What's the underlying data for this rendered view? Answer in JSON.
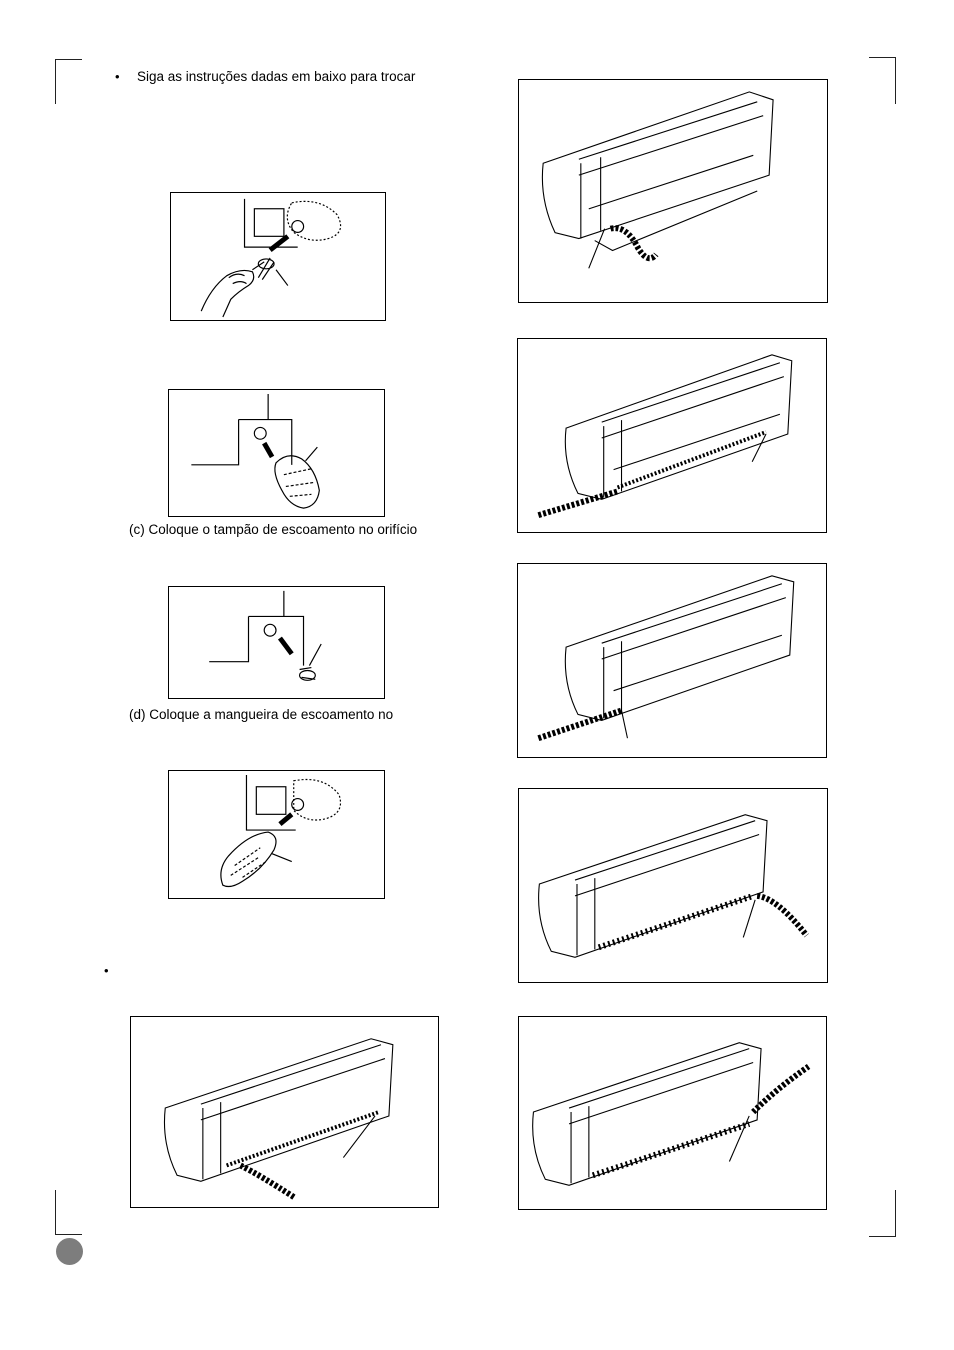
{
  "text": {
    "instruction": "Siga as instruções dadas em baixo para trocar",
    "step_c": "(c) Coloque o tampão de escoamento no orifício",
    "step_d": "(d) Coloque a mangueira de escoamento no"
  },
  "bullets": [
    "•",
    "•"
  ],
  "figures": [
    {
      "id": "plug-removal",
      "subject": "hand pulling drain plug"
    },
    {
      "id": "hose-removal",
      "subject": "drain hose removal"
    },
    {
      "id": "plug-insert",
      "subject": "drain plug insertion"
    },
    {
      "id": "hose-insert",
      "subject": "drain hose insertion"
    },
    {
      "id": "unit-1",
      "subject": "indoor unit, hose left"
    },
    {
      "id": "unit-2",
      "subject": "indoor unit, hose left long"
    },
    {
      "id": "unit-3",
      "subject": "indoor unit, hose left"
    },
    {
      "id": "unit-4",
      "subject": "indoor unit, hose right"
    },
    {
      "id": "unit-5",
      "subject": "indoor unit, hose front"
    },
    {
      "id": "unit-6",
      "subject": "indoor unit, hose right up"
    }
  ],
  "colors": {
    "line": "#000000",
    "page_marker": "#7d7d7d"
  }
}
